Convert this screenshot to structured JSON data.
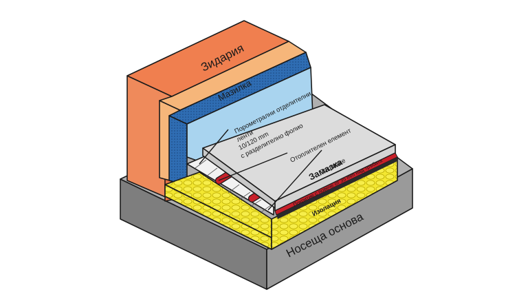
{
  "labels": {
    "masonry": "Зидария",
    "plaster": "Мазилка",
    "perimeter_line1": "Порометрални отделителни",
    "perimeter_line2": "ленти",
    "perimeter_line3": "10/120 mm",
    "perimeter_line4": "с разделително фолио",
    "heating_element": "Отоплителен елемент",
    "covering": "Покритие",
    "screed": "Замазка",
    "pipe_cover": "Покритие с повече от 35 mm над тръбата",
    "insulation": "Изолация",
    "base": "Носеща основа"
  },
  "colors": {
    "masonry": "#ef8a5b",
    "plaster": "#f6b67a",
    "blue_board": "#2f6db3",
    "light_blue": "#a9d4ef",
    "screed": "#dcdcdc",
    "insulation": "#f3e731",
    "base": "#8c8c8c",
    "pipe": "#c8202a"
  }
}
